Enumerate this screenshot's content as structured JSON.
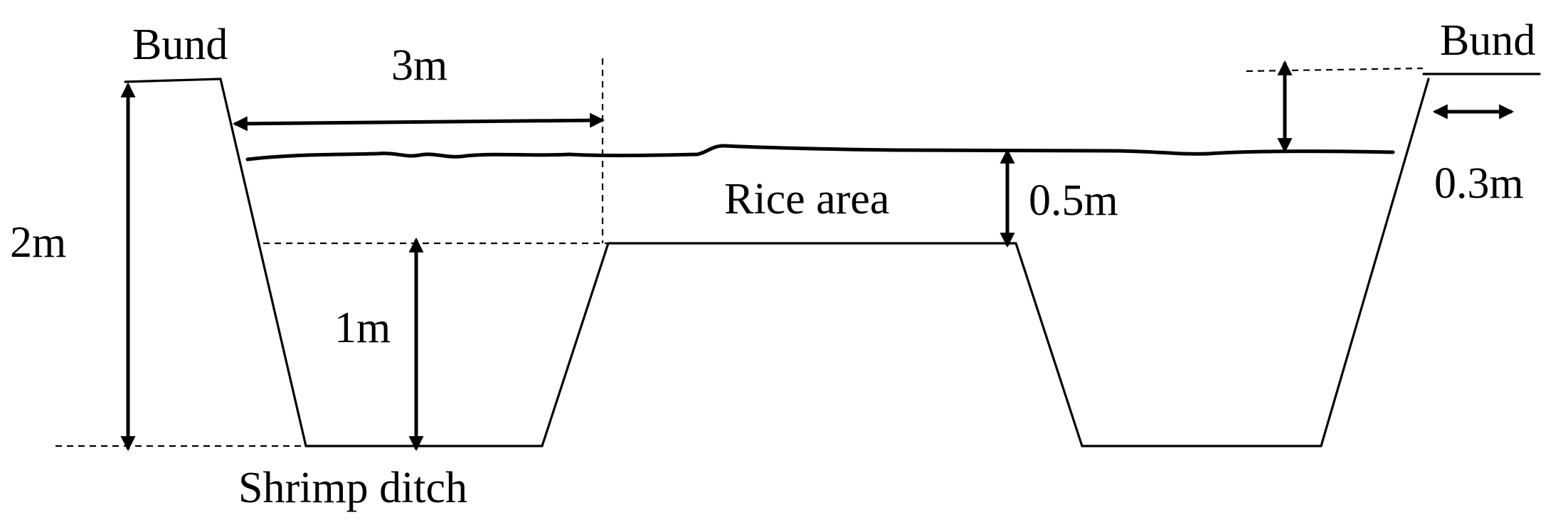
{
  "labels": {
    "bund_left": "Bund",
    "bund_right": "Bund",
    "width_top": "3m",
    "height_total": "2m",
    "ditch_depth": "1m",
    "water_depth": "0.5m",
    "rice_area": "Rice area",
    "bund_width": "0.3m",
    "shrimp_ditch": "Shrimp ditch"
  }
}
